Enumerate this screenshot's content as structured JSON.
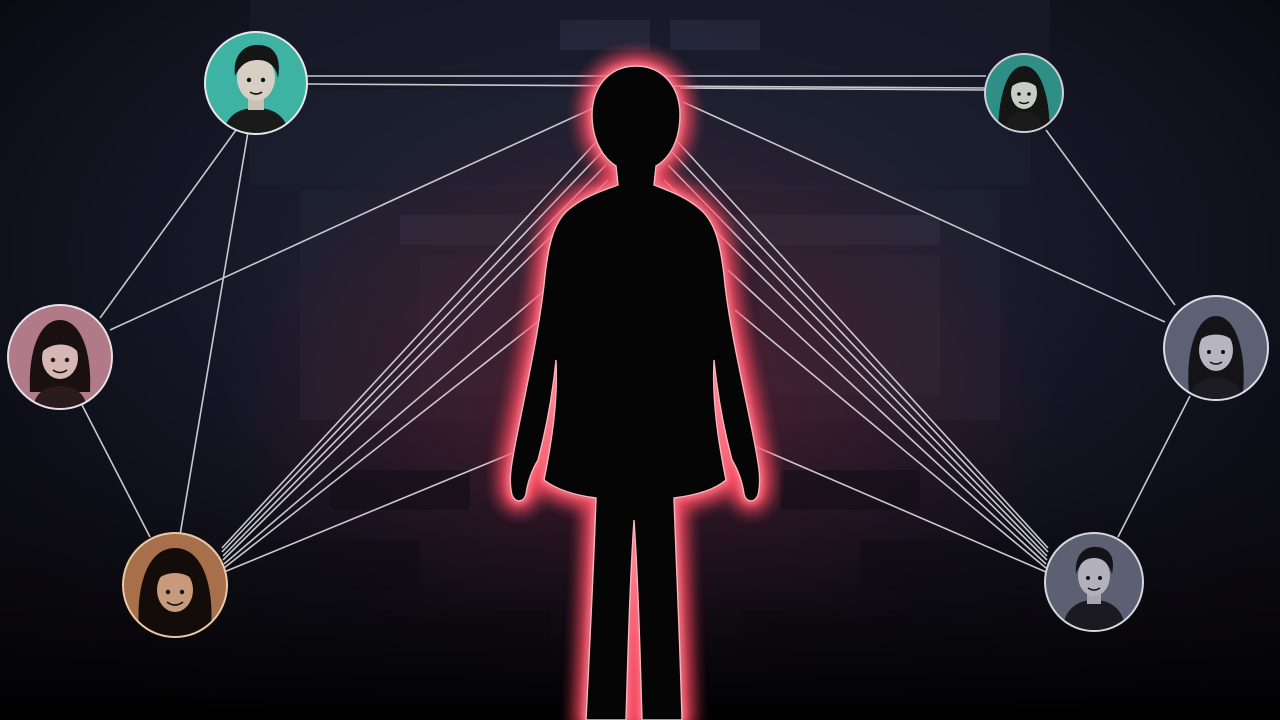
{
  "scene": {
    "background_tones": [
      "#06060a",
      "#141727",
      "#1f2233",
      "#2a1420"
    ],
    "glow_color": "#ff5a6e",
    "line_color": "#d8d8dc",
    "silhouette_color": "#050506"
  },
  "avatars": [
    {
      "id": "avatar-top-left",
      "ring": "#e8e8ea",
      "fill": "#3fb3a3",
      "hair": "#151515",
      "role": "boy"
    },
    {
      "id": "avatar-top-right",
      "ring": "#cfcfd4",
      "fill": "#2f8f86",
      "hair": "#151515",
      "role": "girl"
    },
    {
      "id": "avatar-left",
      "ring": "#e6dfe3",
      "fill": "#b07a88",
      "hair": "#1a1012",
      "role": "girl"
    },
    {
      "id": "avatar-bottom-left",
      "ring": "#e8c9a6",
      "fill": "#a8704a",
      "hair": "#140c08",
      "role": "girl"
    },
    {
      "id": "avatar-right",
      "ring": "#dcdce4",
      "fill": "#5d6176",
      "hair": "#141418",
      "role": "girl"
    },
    {
      "id": "avatar-bottom-right",
      "ring": "#d7d7de",
      "fill": "#5c6072",
      "hair": "#141418",
      "role": "boy"
    }
  ]
}
